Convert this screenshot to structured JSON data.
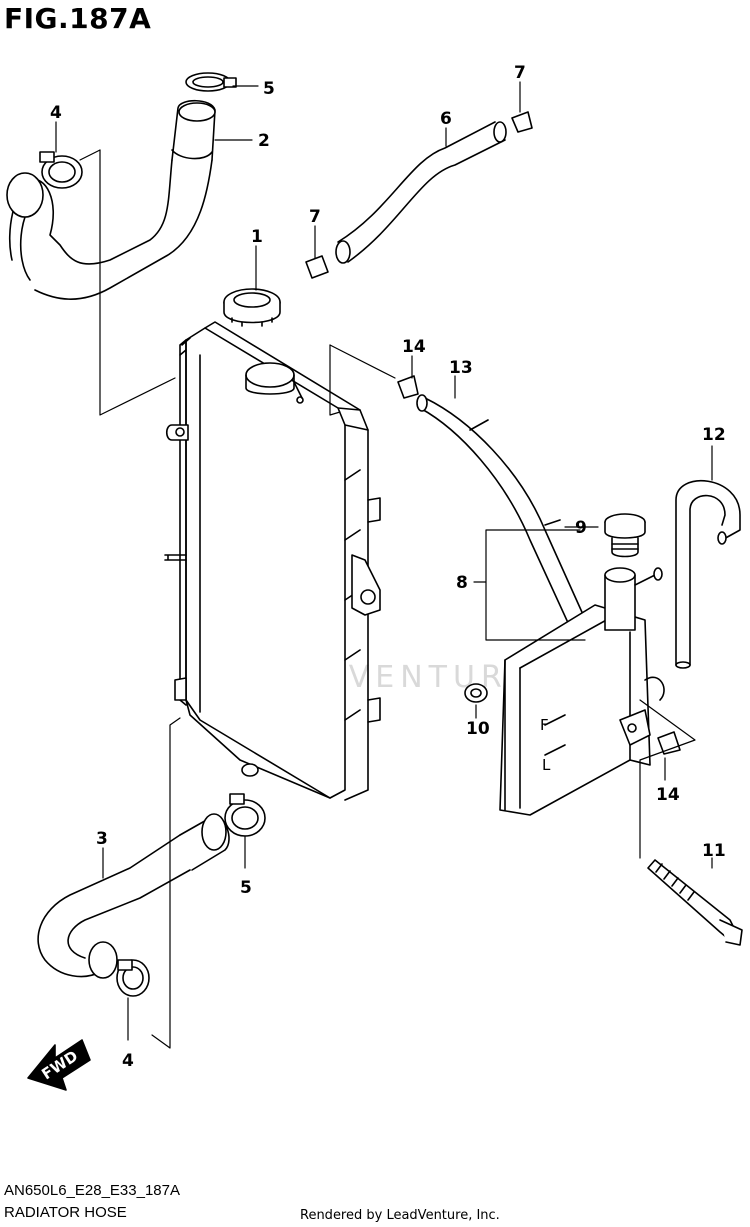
{
  "figure": {
    "title": "FIG.187A",
    "code": "AN650L6_E28_E33_187A",
    "subtitle": "RADIATOR HOSE",
    "credit": "Rendered by LeadVenture, Inc.",
    "watermark": "LEADVENTURE"
  },
  "callouts": {
    "c1": "1",
    "c2": "2",
    "c3": "3",
    "c4a": "4",
    "c4b": "4",
    "c5a": "5",
    "c5b": "5",
    "c6": "6",
    "c7a": "7",
    "c7b": "7",
    "c8": "8",
    "c9": "9",
    "c10": "10",
    "c11": "11",
    "c12": "12",
    "c13": "13",
    "c14a": "14",
    "c14b": "14"
  },
  "tank_marks": {
    "full": "F",
    "low": "L"
  },
  "fwd_label": "FWD",
  "icons": [
    "fwd-arrow-icon"
  ]
}
